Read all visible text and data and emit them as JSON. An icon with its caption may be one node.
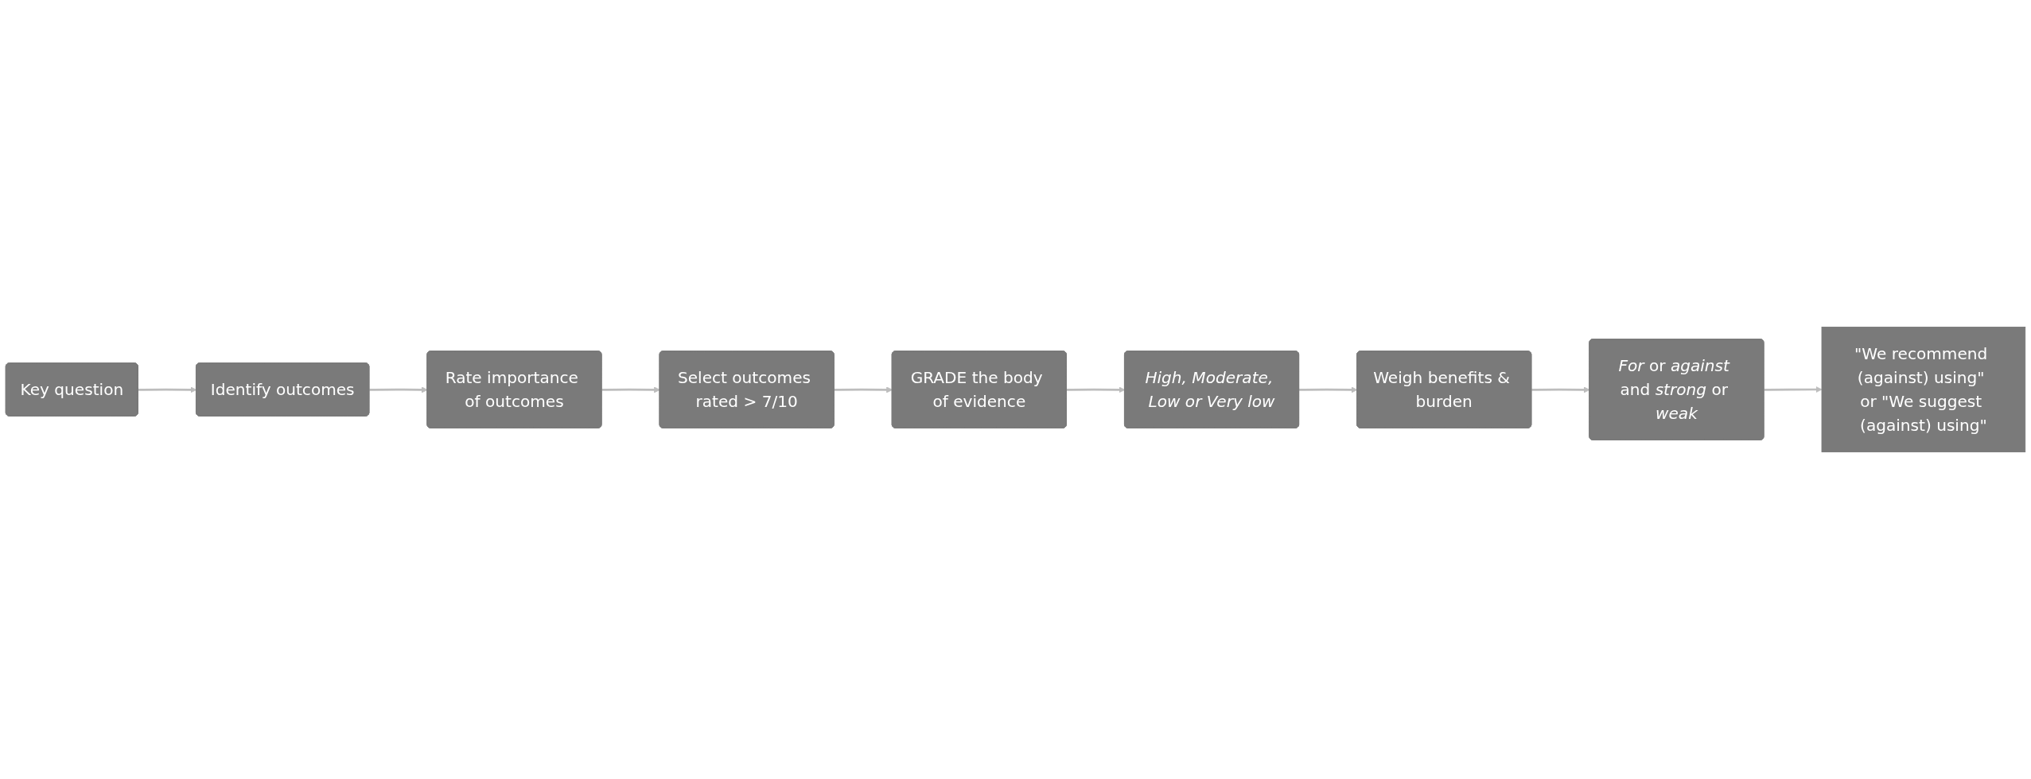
{
  "diagram": {
    "nodes": [
      {
        "text": [
          "Key question"
        ]
      },
      {
        "text": [
          "Identify outcomes"
        ]
      },
      {
        "text": [
          "Rate importance of outcomes"
        ]
      },
      {
        "text": [
          "Select outcomes rated > 7/10"
        ]
      },
      {
        "text": [
          "GRADE the body of evidence"
        ]
      },
      {
        "text": [
          "*High, Moderate, Low or Very low*"
        ]
      },
      {
        "text": [
          "Weigh benefits & burden"
        ]
      },
      {
        "text": [
          "*For* or *against* and *strong* or *weak*"
        ]
      },
      {
        "text": [
          "\"We recommend (against) using\" or \"We suggest (against) using\""
        ]
      }
    ],
    "edges": [
      {
        "from": 0,
        "to": 1,
        "arrow": "to"
      },
      {
        "from": 1,
        "to": 2,
        "arrow": "to"
      },
      {
        "from": 2,
        "to": 3,
        "arrow": "to"
      },
      {
        "from": 3,
        "to": 4,
        "arrow": "to"
      },
      {
        "from": 4,
        "to": 5,
        "arrow": "to"
      },
      {
        "from": 5,
        "to": 6,
        "arrow": "to"
      },
      {
        "from": 6,
        "to": 7,
        "arrow": "to"
      },
      {
        "from": 7,
        "to": 8,
        "arrow": "to"
      }
    ]
  }
}
